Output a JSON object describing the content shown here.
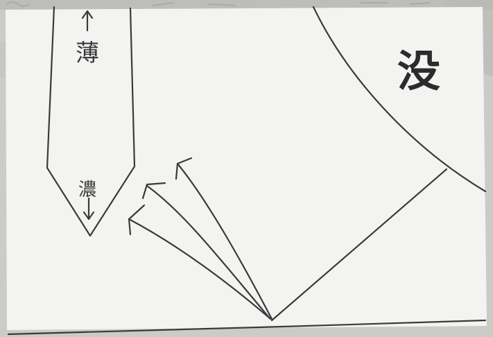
{
  "sketch": {
    "label_light": "薄",
    "label_dark": "濃",
    "corner_mark": "没"
  },
  "colors": {
    "paper": "#f3f3f1",
    "ink": "#3a3a3a",
    "background": "#cfcfcc"
  }
}
